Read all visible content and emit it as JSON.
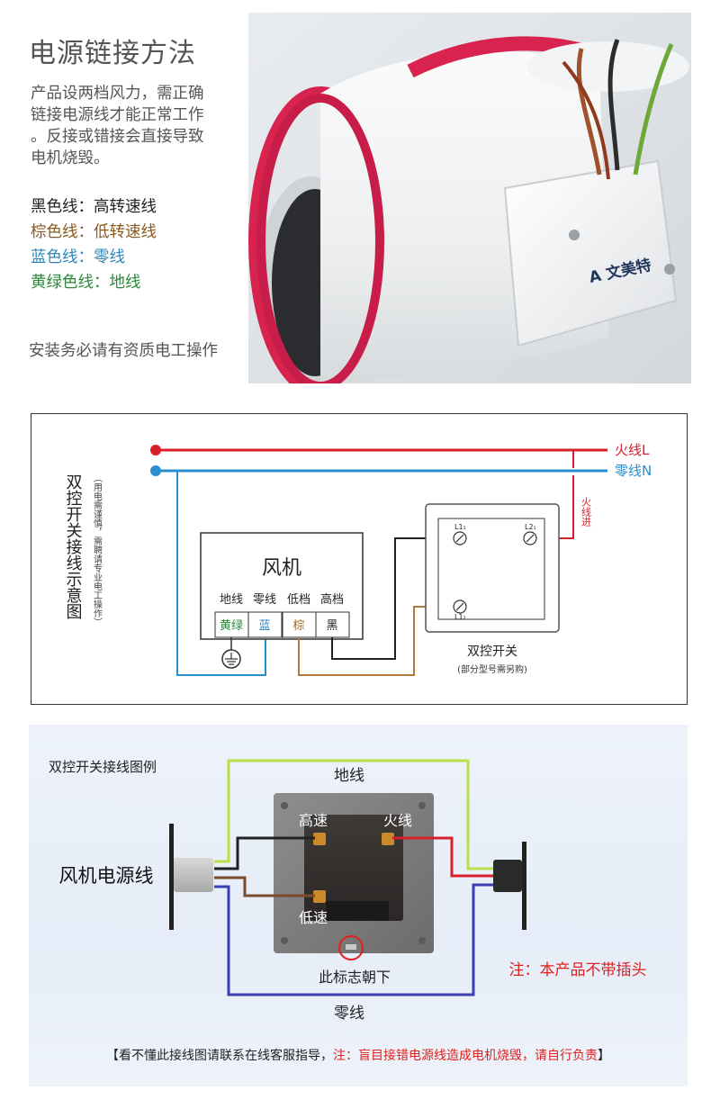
{
  "section1": {
    "title": "电源链接方法",
    "description_lines": [
      "产品设两档风力，需正确",
      "链接电源线才能正常工作",
      "。反接或错接会直接导致",
      "电机烧毁。"
    ],
    "wire_legend": [
      {
        "label": "黑色线：",
        "meaning": "高转速线",
        "color": "#222222"
      },
      {
        "label": "棕色线：",
        "meaning": "低转速线",
        "color": "#8a5a1e"
      },
      {
        "label": "蓝色线：",
        "meaning": "零线",
        "color": "#2f86b8"
      },
      {
        "label": "黄绿色线：",
        "meaning": "地线",
        "color": "#2a8a3a"
      }
    ],
    "install_note": "安装务必请有资质电工操作",
    "brand_logo_text": "文美特"
  },
  "section2": {
    "vertical_title": "双控开关接线示意图",
    "vertical_subnote": "（用电需谨慎，需聘请专业电工操作）",
    "live_label": "火线L",
    "neutral_label": "零线N",
    "live_in_label": "火线进",
    "fan_title": "风机",
    "fan_headers": [
      "地线",
      "零线",
      "低档",
      "高档"
    ],
    "fan_terminals": [
      "黄绿",
      "蓝",
      "棕",
      "黑"
    ],
    "switch_terminals": [
      "L1₁",
      "L2₁",
      "L1₂"
    ],
    "switch_label": "双控开关",
    "switch_note": "(部分型号需另购)"
  },
  "section3": {
    "title": "双控开关接线图例",
    "ground_label": "地线",
    "neutral_label": "零线",
    "high_label": "高速",
    "live_label": "火线",
    "low_label": "低速",
    "fan_cable_label": "风机电源线",
    "orientation_note": "此标志朝下",
    "plug_note": "注：本产品不带插头",
    "footer_part1": "【看不懂此接线图请联系在线客服指导，",
    "footer_part2": "注：盲目接错电源线造成电机烧毁，请自行负责",
    "footer_part3": "】"
  },
  "colors": {
    "live": "#d8202b",
    "neutral": "#2a8fd0",
    "ground": "#b8e04a",
    "brown": "#b07a3a",
    "blue_wire": "#3a3fb0",
    "warning_red": "#e0201e"
  }
}
